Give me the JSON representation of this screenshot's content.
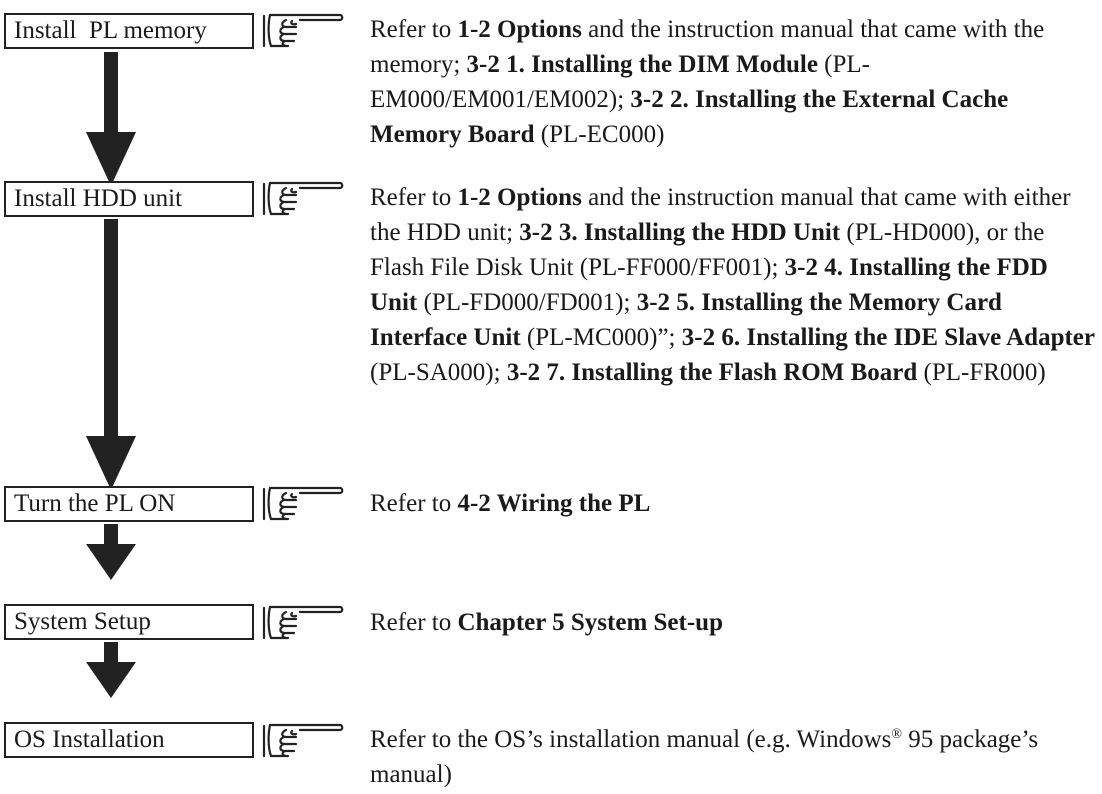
{
  "steps": [
    {
      "label": "Install  PL memory",
      "description": [
        {
          "t": "Refer to ",
          "b": false
        },
        {
          "t": "1-2 Options",
          "b": true
        },
        {
          "t": " and the instruction manual that came with the memory; ",
          "b": false
        },
        {
          "t": "3-2 1. Installing the DIM Module",
          "b": true
        },
        {
          "t": " (PL-EM000/EM001/EM002); ",
          "b": false
        },
        {
          "t": "3-2 2. Installing the External Cache Memory Board",
          "b": true
        },
        {
          "t": " (PL-EC000)",
          "b": false
        }
      ]
    },
    {
      "label": "Install HDD unit",
      "description": [
        {
          "t": "Refer to ",
          "b": false
        },
        {
          "t": "1-2 Options",
          "b": true
        },
        {
          "t": " and the instruction manual that came with either the HDD unit; ",
          "b": false
        },
        {
          "t": "3-2 3. Installing the HDD Unit",
          "b": true
        },
        {
          "t": " (PL-HD000), or the Flash File Disk Unit (PL-FF000/FF001); ",
          "b": false
        },
        {
          "t": "3-2 4. Installing the FDD Unit",
          "b": true
        },
        {
          "t": " (PL-FD000/FD001); ",
          "b": false
        },
        {
          "t": "3-2 5. Installing the Memory Card Interface Unit",
          "b": true
        },
        {
          "t": " (PL-MC000)”; ",
          "b": false
        },
        {
          "t": "3-2 6. Installing the IDE Slave Adapter",
          "b": true
        },
        {
          "t": " (PL-SA000); ",
          "b": false
        },
        {
          "t": "3-2 7. Installing the Flash ROM Board",
          "b": true
        },
        {
          "t": " (PL-FR000)",
          "b": false
        }
      ]
    },
    {
      "label": "Turn the PL ON",
      "description": [
        {
          "t": "Refer to ",
          "b": false
        },
        {
          "t": "4-2 Wiring the PL",
          "b": true
        }
      ]
    },
    {
      "label": "System Setup",
      "description": [
        {
          "t": "Refer to ",
          "b": false
        },
        {
          "t": "Chapter 5 System Set-up",
          "b": true
        }
      ]
    },
    {
      "label": "OS Installation",
      "description": [
        {
          "t": "Refer to the OS’s installation manual (e.g. Windows",
          "b": false
        },
        {
          "t": "®",
          "b": false,
          "sup": true
        },
        {
          "t": " 95 package’s manual)",
          "b": false
        }
      ]
    }
  ],
  "icons": {
    "pointer": "pointing-hand-icon",
    "arrow": "down-arrow-icon"
  }
}
